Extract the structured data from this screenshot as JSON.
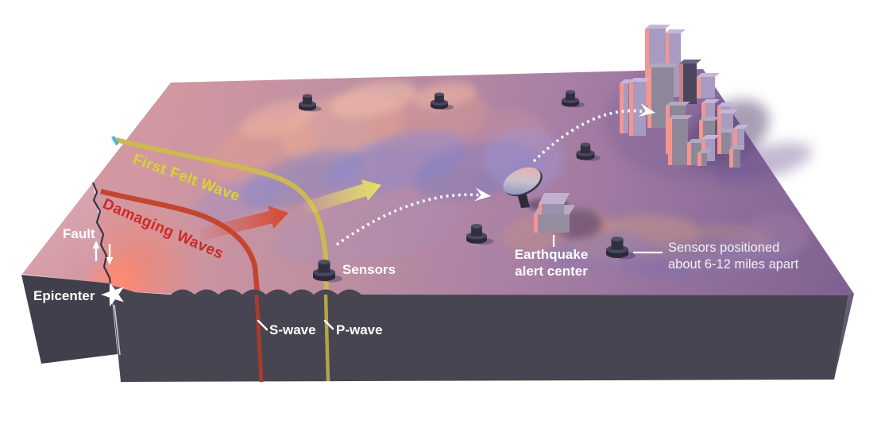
{
  "title": "Earthquake early warning system diagram",
  "labels": {
    "fault": "Fault",
    "epicenter": "Epicenter",
    "first_felt_wave": "First Felt Wave",
    "damaging_waves": "Damaging Waves",
    "s_wave": "S-wave",
    "p_wave": "P-wave",
    "sensors": "Sensors",
    "alert_center_line1": "Earthquake",
    "alert_center_line2": "alert center",
    "sensor_note_line1": "Sensors positioned",
    "sensor_note_line2": "about 6-12 miles apart"
  },
  "colors": {
    "surface_near": "#d298a1",
    "surface_far": "#7f6191",
    "block_front": "#474552",
    "block_side": "#4e4d5a",
    "footwall_front": "#413f4c",
    "p_wave_yellow": "#cdb952",
    "s_wave_red": "#c4452f",
    "p_wave_front": "#b3a348",
    "s_wave_front": "#a63b2e",
    "first_felt_text": "#d9d431",
    "damaging_text": "#cb2a26",
    "arrow_yellow": "#ece460",
    "arrow_red": "#d8452c",
    "cyan_tick": "#49b8da",
    "city_pink": "#f4958f",
    "city_lavender": "#a89bc2",
    "city_gray": "#8d8799",
    "city_dark": "#4b4660",
    "signal_white": "#ffffff"
  }
}
